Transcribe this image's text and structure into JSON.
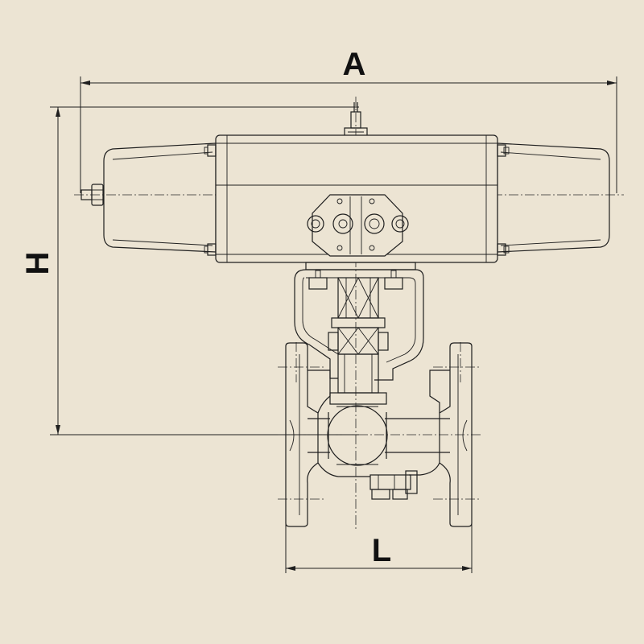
{
  "diagram": {
    "dimension_labels": {
      "width": "A",
      "height": "H",
      "length": "L"
    },
    "colors": {
      "background": "#ece4d3",
      "line": "#1f1f1f"
    }
  }
}
